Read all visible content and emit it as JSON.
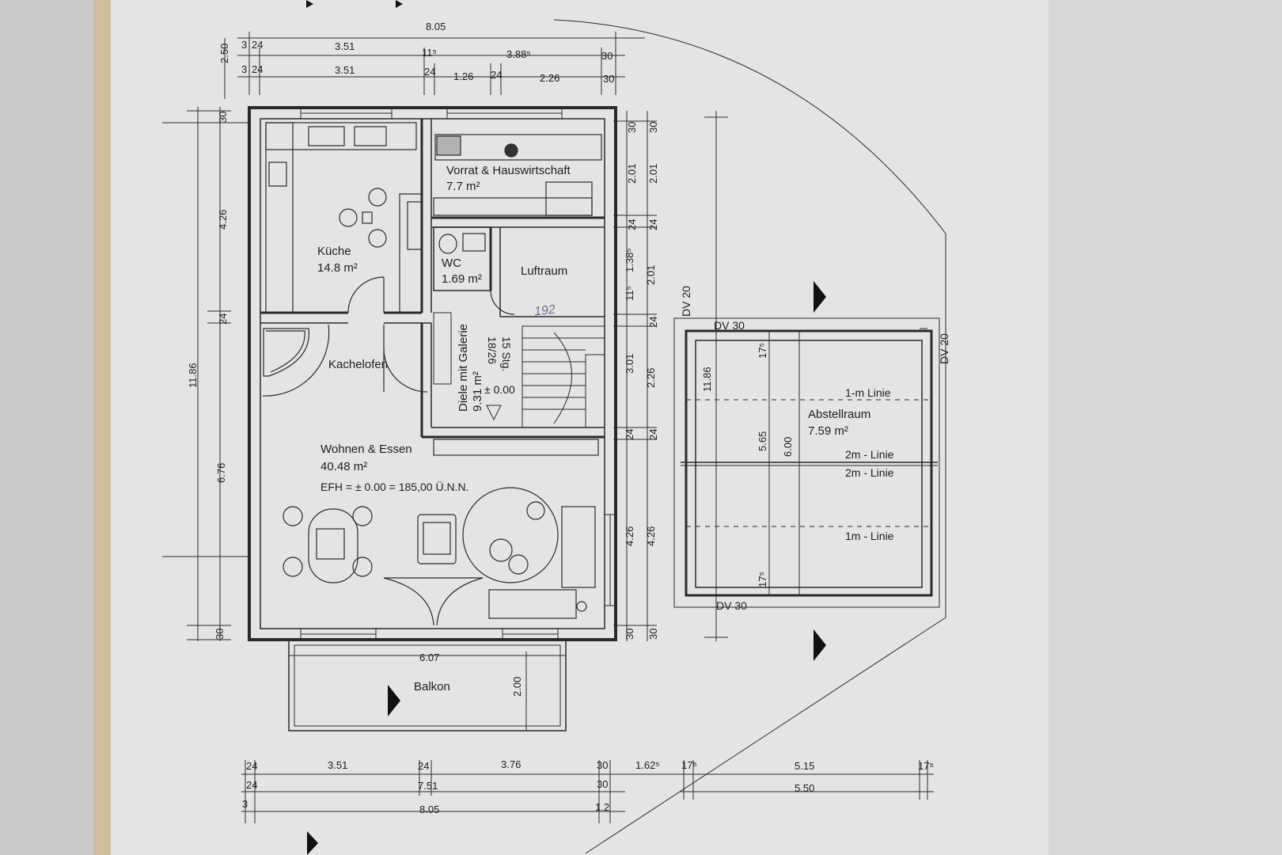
{
  "rooms": {
    "kueche": {
      "name": "Küche",
      "area": "14.8 m²"
    },
    "vorrat": {
      "name": "Vorrat & Hauswirtschaft",
      "area": "7.7 m²"
    },
    "wc": {
      "name": "WC",
      "area": "1.69 m²"
    },
    "luftraum": {
      "name": "Luftraum"
    },
    "diele": {
      "name": "Diele mit Galerie",
      "area": "9.31 m²"
    },
    "stairs": {
      "count": "15 Stg.",
      "ratio": "18/26",
      "level": "± 0.00"
    },
    "kachelofen": {
      "name": "Kachelofen"
    },
    "wohnen": {
      "name": "Wohnen & Essen",
      "area": "40.48 m²",
      "efh": "EFH = ± 0.00 = 185,00 Ü.N.N."
    },
    "balkon": {
      "name": "Balkon"
    },
    "abstellraum": {
      "name": "Abstellraum",
      "area": "7.59 m²"
    }
  },
  "annotations": {
    "dv30_top": "DV 30",
    "dv30_bottom": "DV 30",
    "dv20_left": "DV 20",
    "dv20_right": "DV 20",
    "line_1m_top": "1-m Linie",
    "line_2m_a": "2m - Linie",
    "line_2m_b": "2m - Linie",
    "line_1m_bottom": "1m - Linie",
    "handwritten": "192"
  },
  "dims": {
    "top": {
      "total": "8.05",
      "side": "2.50",
      "r1": [
        "3",
        "24",
        "3.51",
        "11⁵",
        "3.88⁵",
        "30"
      ],
      "r2": [
        "3",
        "24",
        "3.51",
        "24",
        "1.26",
        "24",
        "2.26",
        "30"
      ]
    },
    "left": {
      "total": "11.86",
      "segs": [
        "30",
        "4.26",
        "24",
        "6.76",
        "30"
      ]
    },
    "right_inner": [
      "30",
      "2.01",
      "24",
      "1.38⁵",
      "11⁵",
      "3.01",
      "24",
      "4.26",
      "30"
    ],
    "right_outer": [
      "30",
      "2.01",
      "24",
      "2.01",
      "24",
      "2.26",
      "24",
      "4.26",
      "30"
    ],
    "abst": {
      "h1": "11.86",
      "h2": "5.65",
      "h3": "6.00",
      "t1": "17⁵",
      "t2": "17⁵"
    },
    "balkon": {
      "w": "6.07",
      "h": "2.00"
    },
    "bottom": {
      "r1": [
        "24",
        "3.51",
        "24",
        "3.76",
        "30",
        "1.62⁵",
        "17⁵",
        "5.15",
        "17⁵"
      ],
      "r2": [
        "24",
        "7.51",
        "30",
        "5.50"
      ],
      "r3": [
        "3",
        "8.05",
        "1.2"
      ]
    }
  }
}
